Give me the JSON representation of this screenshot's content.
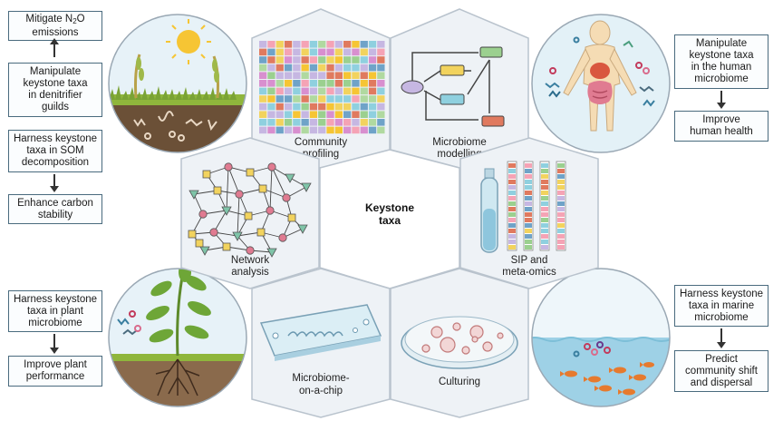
{
  "center": {
    "line1": "Keystone",
    "line2": "taxa"
  },
  "hexagons": {
    "community_profiling": {
      "line1": "Community",
      "line2": "profiling"
    },
    "microbiome_modelling": {
      "line1": "Microbiome",
      "line2": "modelling"
    },
    "network_analysis": {
      "line1": "Network",
      "line2": "analysis"
    },
    "sip": {
      "line1": "SIP and",
      "line2": "meta-omics"
    },
    "on_a_chip": {
      "line1": "Microbiome-",
      "line2": "on-a-chip"
    },
    "culturing": {
      "line1": "Culturing"
    }
  },
  "left_top": {
    "box1": {
      "pre": "Mitigate N",
      "sub": "2",
      "post": "O\nemissions"
    },
    "box2": "Manipulate\nkeystone taxa\nin denitrifier\nguilds",
    "box3": "Harness keystone\ntaxa in SOM\ndecomposition",
    "box4": "Enhance carbon\nstability"
  },
  "left_bottom": {
    "box1": "Harness keystone\ntaxa in plant\nmicrobiome",
    "box2": "Improve plant\nperformance"
  },
  "right_top": {
    "box1": "Manipulate\nkeystone taxa\nin the human\nmicrobiome",
    "box2": "Improve\nhuman health"
  },
  "right_bottom": {
    "box1": "Harness keystone\ntaxa in marine\nmicrobiome",
    "box2": "Predict\ncommunity shift\nand dispersal"
  },
  "colors": {
    "box_border": "#4a6b7e",
    "hex_fill": "#eef2f6",
    "hex_stroke": "#b9c3cd",
    "soil": "#6b5037",
    "grass": "#8fb63c",
    "sea": "#9ed1e6",
    "skin": "#f5dcb4"
  }
}
